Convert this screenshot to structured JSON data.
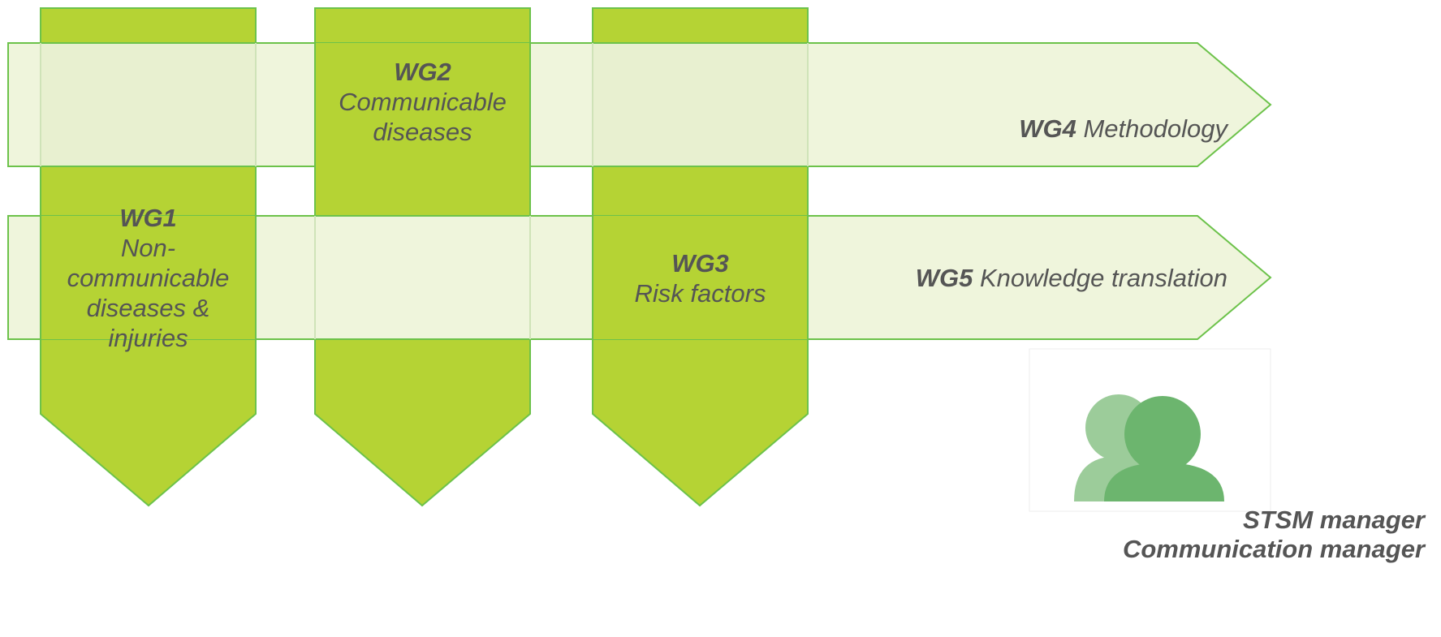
{
  "working_groups": [
    {
      "code": "WG1",
      "title_lines": [
        "Non-",
        "communicable",
        "diseases &",
        "injuries"
      ]
    },
    {
      "code": "WG2",
      "title_lines": [
        "Communicable",
        "diseases"
      ]
    },
    {
      "code": "WG3",
      "title_lines": [
        "Risk factors"
      ]
    },
    {
      "code": "WG4",
      "title": "Methodology"
    },
    {
      "code": "WG5",
      "title": "Knowledge translation"
    }
  ],
  "roles": [
    "STSM manager",
    "Communication manager"
  ],
  "icon": "users-icon",
  "colors": {
    "column_fill": "#b5d334",
    "column_stroke": "#6cc24a",
    "band_fill": "#eff5dc",
    "band_stroke": "#6cc24a",
    "text": "#555555",
    "person_back": "#9ccc9a",
    "person_front": "#6cb56e"
  }
}
